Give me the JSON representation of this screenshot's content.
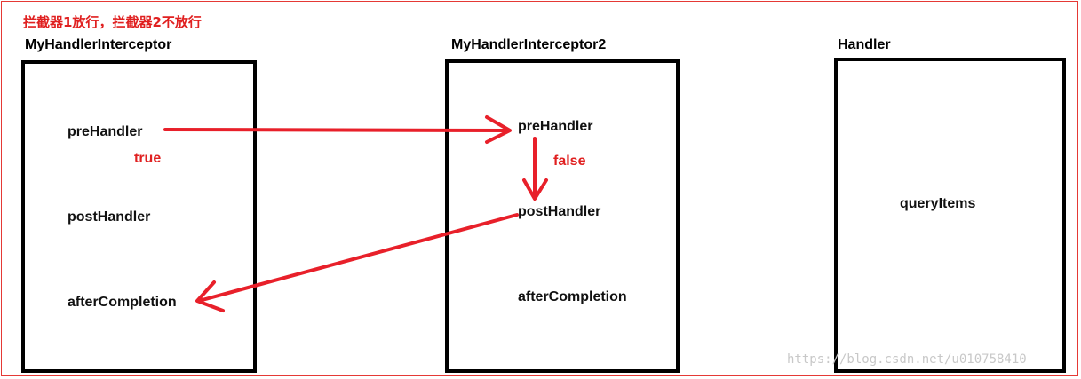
{
  "heading": "拦截器1放行，拦截器2不放行",
  "columns": [
    {
      "title": "MyHandlerInterceptor",
      "methods": [
        "preHandler",
        "postHandler",
        "afterCompletion"
      ]
    },
    {
      "title": "MyHandlerInterceptor2",
      "methods": [
        "preHandler",
        "postHandler",
        "afterCompletion"
      ]
    },
    {
      "title": "Handler",
      "methods": [
        "queryItems"
      ]
    }
  ],
  "flags": {
    "true_label": "true",
    "false_label": "false"
  },
  "watermark": "https://blog.csdn.net/u010758410",
  "colors": {
    "arrow": "#e8202a",
    "label": "#e02020",
    "frame": "#e53935",
    "box_border": "#000000"
  }
}
